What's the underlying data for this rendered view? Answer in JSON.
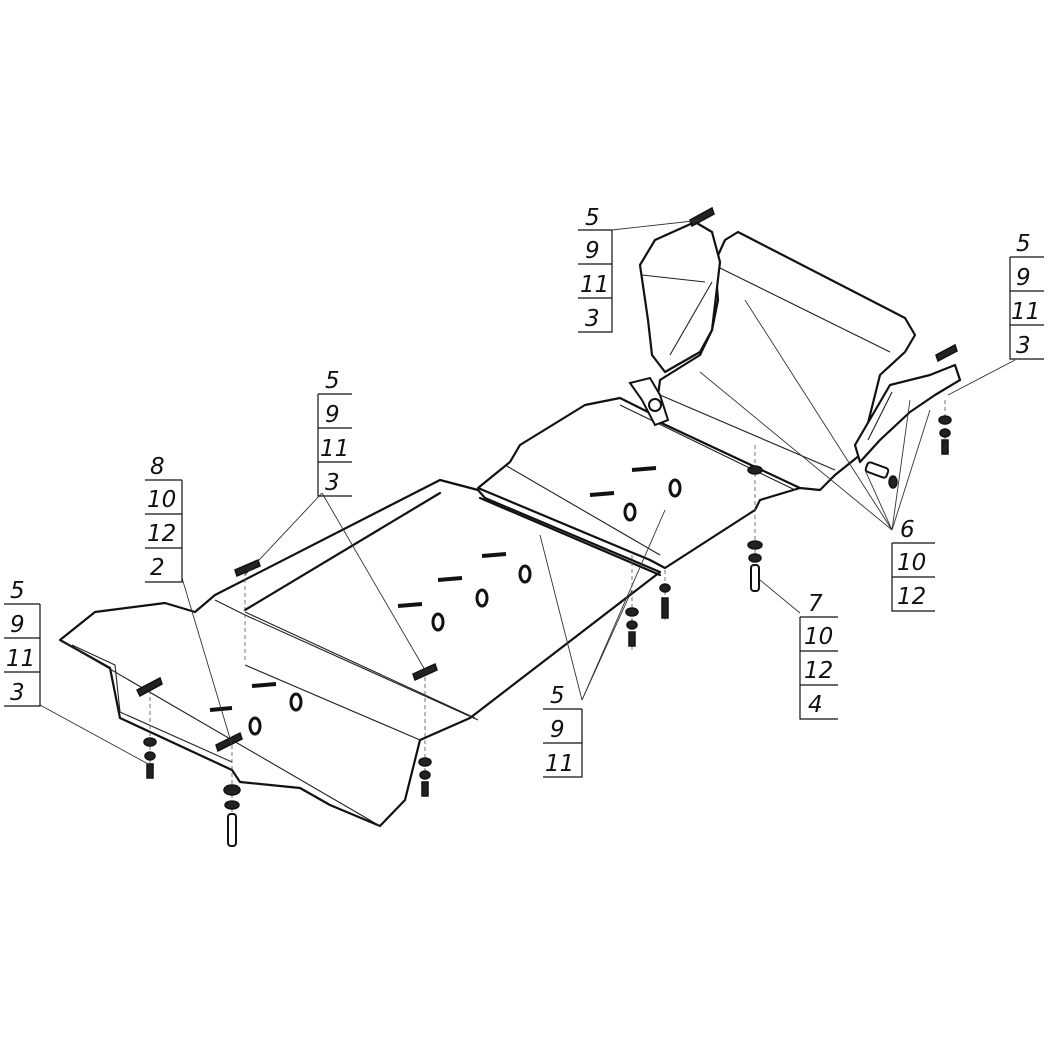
{
  "callouts": [
    {
      "id": "top-center",
      "lines": [
        "5",
        "9",
        "11",
        "3"
      ]
    },
    {
      "id": "top-right",
      "lines": [
        "5",
        "9",
        "11",
        "3"
      ]
    },
    {
      "id": "mid-left",
      "lines": [
        "5",
        "9",
        "11",
        "3"
      ]
    },
    {
      "id": "left-upper",
      "lines": [
        "8",
        "10",
        "12",
        "2"
      ]
    },
    {
      "id": "far-left",
      "lines": [
        "5",
        "9",
        "11",
        "3"
      ]
    },
    {
      "id": "right-mid",
      "lines": [
        "6",
        "10",
        "12"
      ]
    },
    {
      "id": "right-lower",
      "lines": [
        "7",
        "10",
        "12",
        "4"
      ]
    },
    {
      "id": "bottom-center",
      "lines": [
        "5",
        "9",
        "11"
      ]
    }
  ]
}
